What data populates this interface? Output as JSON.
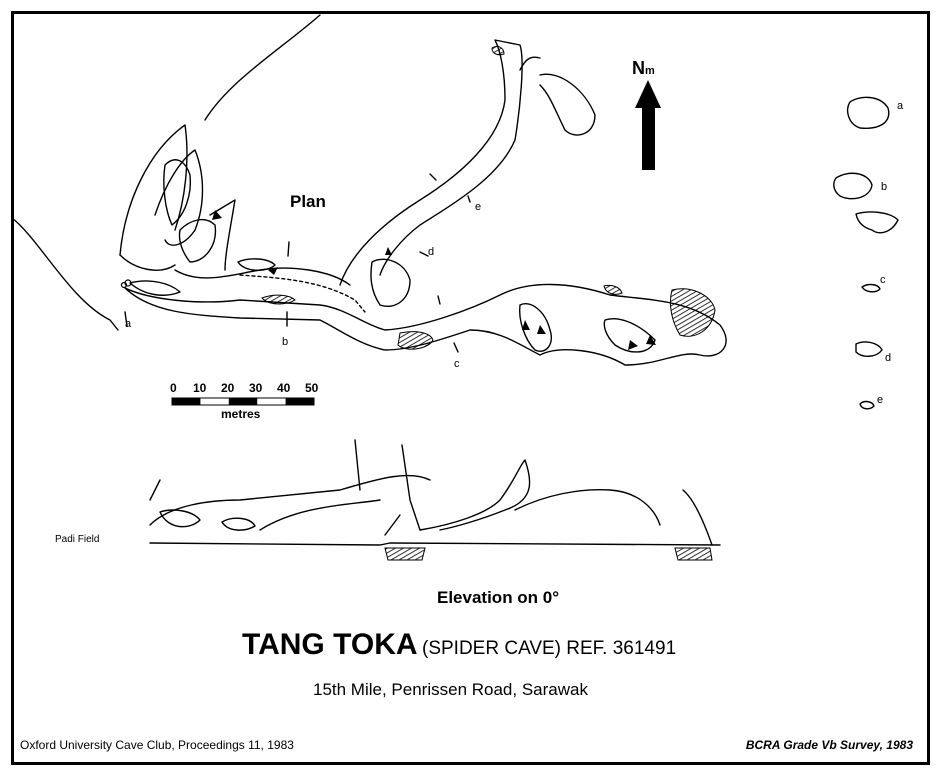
{
  "map": {
    "plan_label": "Plan",
    "north_label": "N",
    "north_suffix": "m",
    "section_letters": [
      "a",
      "b",
      "c",
      "d",
      "e"
    ],
    "scale": {
      "ticks": [
        "0",
        "10",
        "20",
        "30",
        "40",
        "50"
      ],
      "unit": "metres"
    },
    "padi_field_label": "Padi Field",
    "elevation_label": "Elevation on 0°",
    "title_main": "TANG TOKA",
    "title_sub": "(SPIDER CAVE) REF.  361491",
    "location": "15th Mile, Penrissen Road, Sarawak",
    "source": "Oxford University Cave Club, Proceedings 11, 1983",
    "grade": "BCRA Grade Vb Survey, 1983"
  }
}
